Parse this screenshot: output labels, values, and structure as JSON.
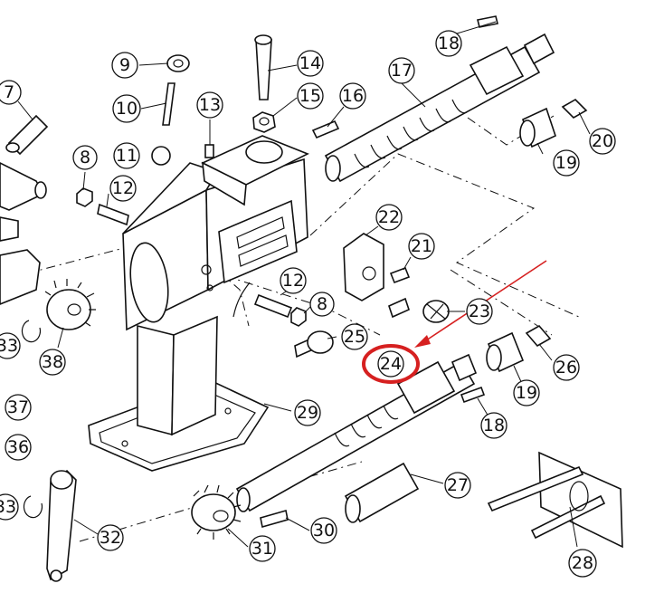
{
  "callouts": {
    "c7": "7",
    "c8a": "8",
    "c8b": "8",
    "c9": "9",
    "c10": "10",
    "c11": "11",
    "c12a": "12",
    "c12b": "12",
    "c13": "13",
    "c14": "14",
    "c15": "15",
    "c16": "16",
    "c17": "17",
    "c18a": "18",
    "c18b": "18",
    "c19a": "19",
    "c19b": "19",
    "c20": "20",
    "c21": "21",
    "c22": "22",
    "c23": "23",
    "c24": "24",
    "c25": "25",
    "c26": "26",
    "c27": "27",
    "c28": "28",
    "c29": "29",
    "c30": "30",
    "c31": "31",
    "c32": "32",
    "c33a": "33",
    "c33b": "33",
    "c36": "36",
    "c37": "37",
    "c38": "38"
  },
  "highlight": {
    "part": "24",
    "color": "#d62020",
    "arrow_color": "#d62020"
  },
  "colors": {
    "line": "#111111",
    "background": "#ffffff"
  }
}
